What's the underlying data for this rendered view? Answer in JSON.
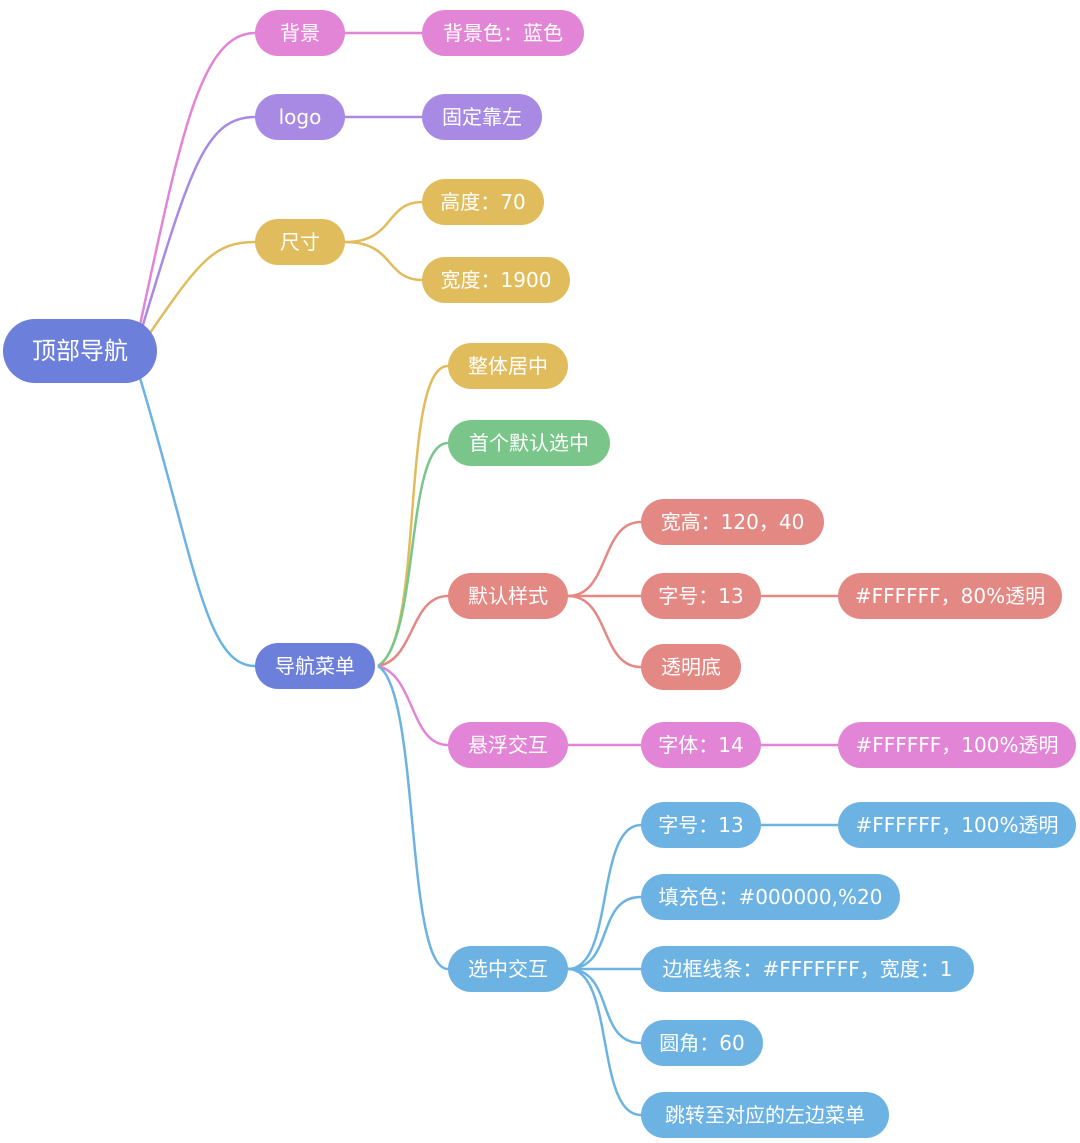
{
  "colors": {
    "root": "#6B7FDB",
    "pink": "#E385D6",
    "purple": "#A88AE4",
    "yellow": "#E1BC5C",
    "green": "#7AC68A",
    "red": "#E48884",
    "blue": "#6CB3E3",
    "nav": "#6B7FDB"
  },
  "mindmap": {
    "root": "顶部导航",
    "background": {
      "label": "背景",
      "child": "背景色：蓝色"
    },
    "logo": {
      "label": "logo",
      "child": "固定靠左"
    },
    "size": {
      "label": "尺寸",
      "height": "高度：70",
      "width": "宽度：1900"
    },
    "nav_menu": {
      "label": "导航菜单",
      "center": "整体居中",
      "first_selected": "首个默认选中",
      "default_style": {
        "label": "默认样式",
        "size": "宽高：120，40",
        "font": "字号：13",
        "font_color": "#FFFFFF，80%透明",
        "bg": "透明底"
      },
      "hover": {
        "label": "悬浮交互",
        "font": "字体：14",
        "font_color": "#FFFFFF，100%透明"
      },
      "selected": {
        "label": "选中交互",
        "font": "字号：13",
        "font_color": "#FFFFFF，100%透明",
        "fill": "填充色：#000000,%20",
        "border": "边框线条：#FFFFFFF，宽度：1",
        "radius": "圆角：60",
        "jump": "跳转至对应的左边菜单"
      }
    }
  }
}
